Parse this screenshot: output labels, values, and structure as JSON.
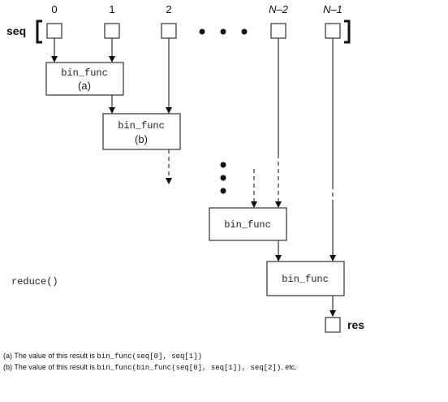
{
  "sequence": {
    "label": "seq",
    "indices": [
      "0",
      "1",
      "2",
      "N–2",
      "N–1"
    ]
  },
  "functions": {
    "node_label": "bin_func",
    "markers": [
      "(a)",
      "(b)"
    ]
  },
  "operation_label": "reduce()",
  "result_label": "res",
  "footnotes": {
    "a": {
      "prefix": "(a) The value of this result is ",
      "code": "bin_func(seq[0], seq[1])",
      "suffix": ""
    },
    "b": {
      "prefix": "(b) The value of this result is ",
      "code": "bin_func(bin_func(seq[0], seq[1]), seq[2])",
      "suffix": ", etc."
    }
  }
}
